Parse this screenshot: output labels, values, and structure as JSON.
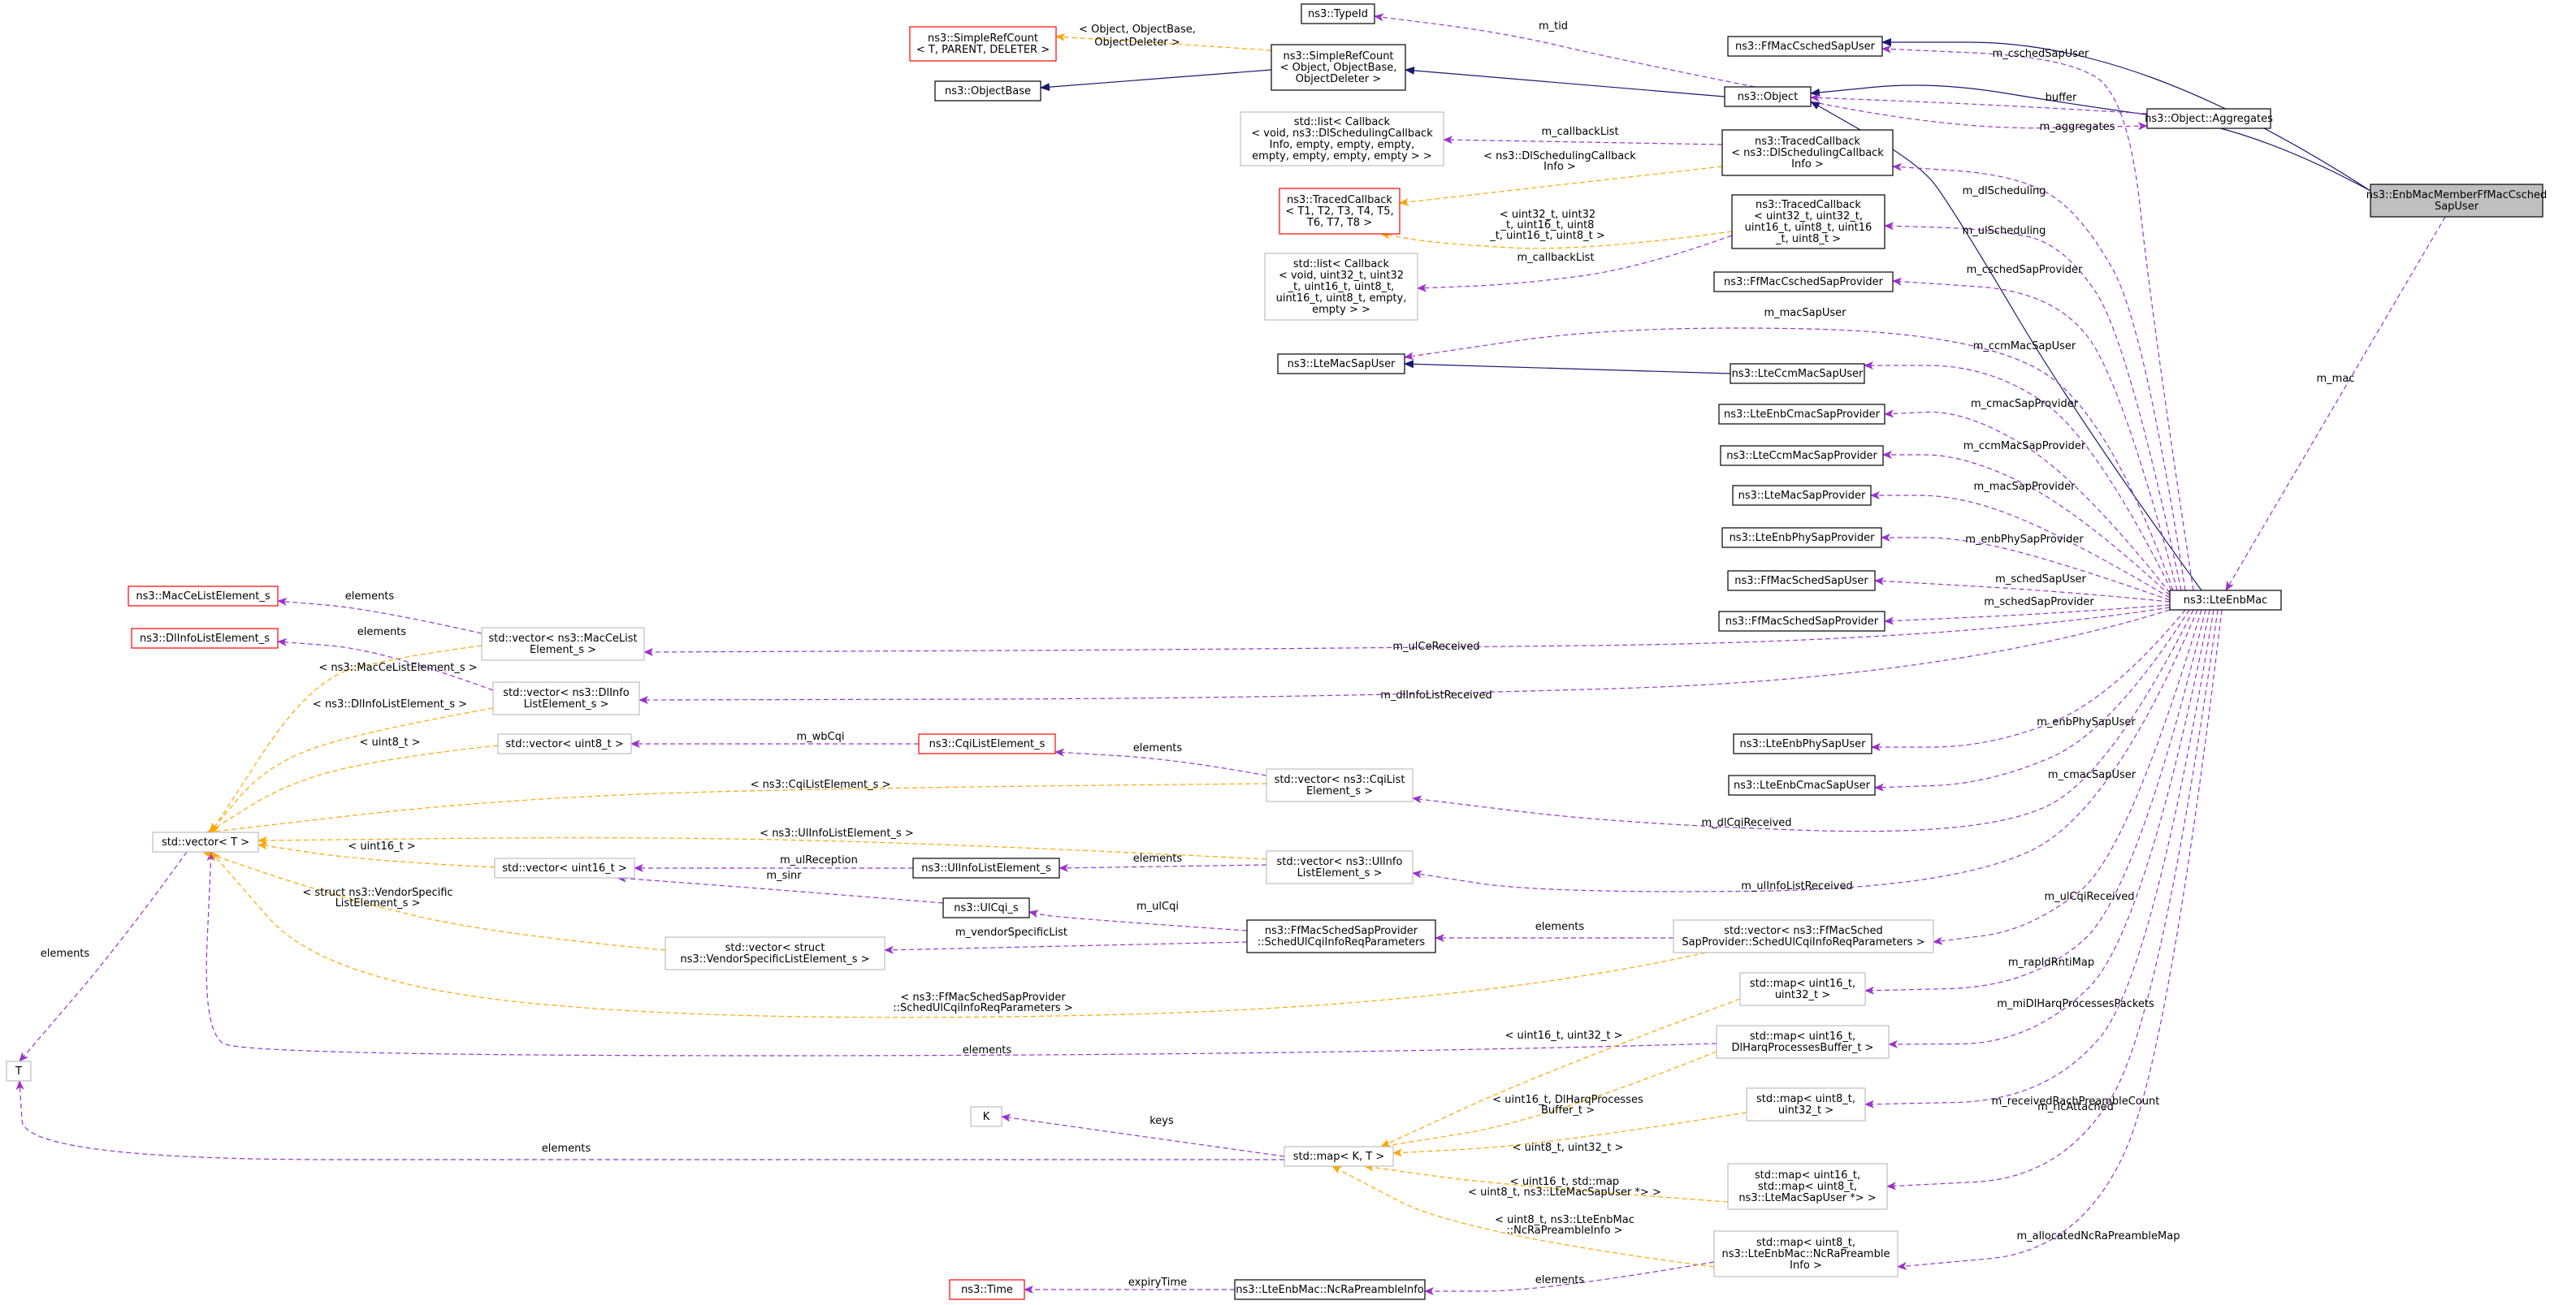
{
  "diagram": {
    "nodes": [
      {
        "id": "n1",
        "lines": [
          "ns3::TypeId"
        ],
        "style": "normal"
      },
      {
        "id": "n2",
        "lines": [
          "ns3::SimpleRefCount",
          "< T, PARENT, DELETER >"
        ],
        "style": "red"
      },
      {
        "id": "n3",
        "lines": [
          "ns3::SimpleRefCount",
          "< Object, ObjectBase,",
          "ObjectDeleter >"
        ],
        "style": "normal"
      },
      {
        "id": "n4",
        "lines": [
          "ns3::ObjectBase"
        ],
        "style": "normal"
      },
      {
        "id": "n5",
        "lines": [
          "ns3::FfMacCschedSapUser"
        ],
        "style": "normal"
      },
      {
        "id": "n6",
        "lines": [
          "ns3::Object"
        ],
        "style": "normal"
      },
      {
        "id": "n7",
        "lines": [
          "ns3::Object::Aggregates"
        ],
        "style": "normal"
      },
      {
        "id": "n8",
        "lines": [
          "ns3::EnbMacMemberFfMacCsched",
          "SapUser"
        ],
        "style": "focus"
      },
      {
        "id": "n9",
        "lines": [
          "std::list< Callback",
          "< void, ns3::DlSchedulingCallback",
          "Info, empty, empty, empty,",
          "empty, empty, empty, empty > >"
        ],
        "style": "gray"
      },
      {
        "id": "n10",
        "lines": [
          "ns3::TracedCallback",
          "< ns3::DlSchedulingCallback",
          "Info >"
        ],
        "style": "normal"
      },
      {
        "id": "n11",
        "lines": [
          "ns3::TracedCallback",
          "< T1, T2, T3, T4, T5,",
          "T6, T7, T8 >"
        ],
        "style": "red"
      },
      {
        "id": "n12",
        "lines": [
          "ns3::TracedCallback",
          "< uint32_t, uint32_t,",
          "uint16_t, uint8_t, uint16",
          "_t, uint8_t >"
        ],
        "style": "normal"
      },
      {
        "id": "n13",
        "lines": [
          "std::list< Callback",
          "< void, uint32_t, uint32",
          "_t, uint16_t, uint8_t,",
          "uint16_t, uint8_t, empty,",
          "empty > >"
        ],
        "style": "gray"
      },
      {
        "id": "n14",
        "lines": [
          "ns3::FfMacCschedSapProvider"
        ],
        "style": "normal"
      },
      {
        "id": "n15",
        "lines": [
          "ns3::LteMacSapUser"
        ],
        "style": "normal"
      },
      {
        "id": "n16",
        "lines": [
          "ns3::LteCcmMacSapUser"
        ],
        "style": "normal"
      },
      {
        "id": "n17",
        "lines": [
          "ns3::LteEnbCmacSapProvider"
        ],
        "style": "normal"
      },
      {
        "id": "n18",
        "lines": [
          "ns3::LteCcmMacSapProvider"
        ],
        "style": "normal"
      },
      {
        "id": "n19",
        "lines": [
          "ns3::LteMacSapProvider"
        ],
        "style": "normal"
      },
      {
        "id": "n20",
        "lines": [
          "ns3::LteEnbPhySapProvider"
        ],
        "style": "normal"
      },
      {
        "id": "n21",
        "lines": [
          "ns3::FfMacSchedSapUser"
        ],
        "style": "normal"
      },
      {
        "id": "n22",
        "lines": [
          "ns3::FfMacSchedSapProvider"
        ],
        "style": "normal"
      },
      {
        "id": "n23",
        "lines": [
          "ns3::LteEnbMac"
        ],
        "style": "normal"
      },
      {
        "id": "n24",
        "lines": [
          "ns3::MacCeListElement_s"
        ],
        "style": "red"
      },
      {
        "id": "n25",
        "lines": [
          "ns3::DlInfoListElement_s"
        ],
        "style": "red"
      },
      {
        "id": "n26",
        "lines": [
          "std::vector< ns3::MacCeList",
          "Element_s >"
        ],
        "style": "gray"
      },
      {
        "id": "n27",
        "lines": [
          "std::vector< ns3::DlInfo",
          "ListElement_s >"
        ],
        "style": "gray"
      },
      {
        "id": "n28",
        "lines": [
          "std::vector< uint8_t >"
        ],
        "style": "gray"
      },
      {
        "id": "n29",
        "lines": [
          "ns3::CqiListElement_s"
        ],
        "style": "red"
      },
      {
        "id": "n30",
        "lines": [
          "ns3::LteEnbPhySapUser"
        ],
        "style": "normal"
      },
      {
        "id": "n31",
        "lines": [
          "ns3::LteEnbCmacSapUser"
        ],
        "style": "normal"
      },
      {
        "id": "n32",
        "lines": [
          "std::vector< ns3::CqiList",
          "Element_s >"
        ],
        "style": "gray"
      },
      {
        "id": "n33",
        "lines": [
          "std::vector< T >"
        ],
        "style": "gray"
      },
      {
        "id": "n34",
        "lines": [
          "std::vector< uint16_t >"
        ],
        "style": "gray"
      },
      {
        "id": "n35",
        "lines": [
          "ns3::UlInfoListElement_s"
        ],
        "style": "normal"
      },
      {
        "id": "n36",
        "lines": [
          "std::vector< ns3::UlInfo",
          "ListElement_s >"
        ],
        "style": "gray"
      },
      {
        "id": "n37",
        "lines": [
          "ns3::UlCqi_s"
        ],
        "style": "normal"
      },
      {
        "id": "n38",
        "lines": [
          "ns3::FfMacSchedSapProvider",
          "::SchedUlCqiInfoReqParameters"
        ],
        "style": "normal"
      },
      {
        "id": "n39",
        "lines": [
          "std::vector< struct",
          "ns3::VendorSpecificListElement_s >"
        ],
        "style": "gray"
      },
      {
        "id": "n40",
        "lines": [
          "std::vector< ns3::FfMacSched",
          "SapProvider::SchedUlCqiInfoReqParameters >"
        ],
        "style": "gray"
      },
      {
        "id": "n41",
        "lines": [
          "std::map< uint16_t,",
          "uint32_t >"
        ],
        "style": "gray"
      },
      {
        "id": "n42",
        "lines": [
          "std::map< uint16_t,",
          "DlHarqProcessesBuffer_t >"
        ],
        "style": "gray"
      },
      {
        "id": "n43",
        "lines": [
          "T"
        ],
        "style": "gray"
      },
      {
        "id": "n44",
        "lines": [
          "K"
        ],
        "style": "gray"
      },
      {
        "id": "n45",
        "lines": [
          "std::map< uint8_t,",
          "uint32_t >"
        ],
        "style": "gray"
      },
      {
        "id": "n46",
        "lines": [
          "std::map< K, T >"
        ],
        "style": "gray"
      },
      {
        "id": "n47",
        "lines": [
          "std::map< uint16_t,",
          "std::map< uint8_t,",
          "ns3::LteMacSapUser *> >"
        ],
        "style": "gray"
      },
      {
        "id": "n48",
        "lines": [
          "std::map< uint8_t,",
          "ns3::LteEnbMac::NcRaPreamble",
          "Info >"
        ],
        "style": "gray"
      },
      {
        "id": "n49",
        "lines": [
          "ns3::Time"
        ],
        "style": "red"
      },
      {
        "id": "n50",
        "lines": [
          "ns3::LteEnbMac::NcRaPreambleInfo"
        ],
        "style": "normal"
      }
    ],
    "edge_labels": [
      "m_tid",
      "< Object, ObjectBase,",
      "ObjectDeleter >",
      "m_cschedSapUser",
      "buffer",
      "m_aggregates",
      "m_callbackList",
      "< ns3::DlSchedulingCallback",
      "Info >",
      "m_dlScheduling",
      "< uint32_t, uint32",
      "_t, uint16_t, uint8",
      "_t, uint16_t, uint8_t >",
      "m_callbackList",
      "m_ulScheduling",
      "m_cschedSapProvider",
      "m_macSapUser",
      "m_ccmMacSapUser",
      "m_mac",
      "m_cmacSapProvider",
      "m_ccmMacSapProvider",
      "m_macSapProvider",
      "m_enbPhySapProvider",
      "m_schedSapUser",
      "m_schedSapProvider",
      "elements",
      "elements",
      "m_ulCeReceived",
      "< ns3::MacCeListElement_s >",
      "< ns3::DlInfoListElement_s >",
      "m_dlInfoListReceived",
      "< uint8_t >",
      "m_wbCqi",
      "elements",
      "m_enbPhySapUser",
      "< ns3::CqiListElement_s >",
      "m_cmacSapUser",
      "m_dlCqiReceived",
      "< ns3::UlInfoListElement_s >",
      "< uint16_t >",
      "m_ulReception",
      "elements",
      "m_sinr",
      "m_ulInfoListReceived",
      "< struct ns3::VendorSpecific",
      "ListElement_s >",
      "m_ulCqi",
      "m_ulCqiReceived",
      "elements",
      "m_vendorSpecificList",
      "elements",
      "m_rapIdRntiMap",
      "< ns3::FfMacSchedSapProvider",
      "::SchedUlCqiInfoReqParameters >",
      "m_miDlHarqProcessesPackets",
      "elements",
      "< uint16_t, uint32_t >",
      "< uint16_t, DlHarqProcesses",
      "Buffer_t >",
      "m_receivedRachPreambleCount",
      "keys",
      "m_rlcAttached",
      "elements",
      "< uint8_t, uint32_t >",
      "< uint16_t, std::map",
      "< uint8_t, ns3::LteMacSapUser *> >",
      "m_allocatedNcRaPreambleMap",
      "< uint8_t, ns3::LteEnbMac",
      "::NcRaPreambleInfo >",
      "elements",
      "expiryTime"
    ],
    "colors": {
      "inheritance": "#191970",
      "usage": "#9a32cd",
      "template": "#ffa500",
      "incomplete_border": "#ff0000",
      "focus_fill": "#bfbfbf"
    }
  }
}
